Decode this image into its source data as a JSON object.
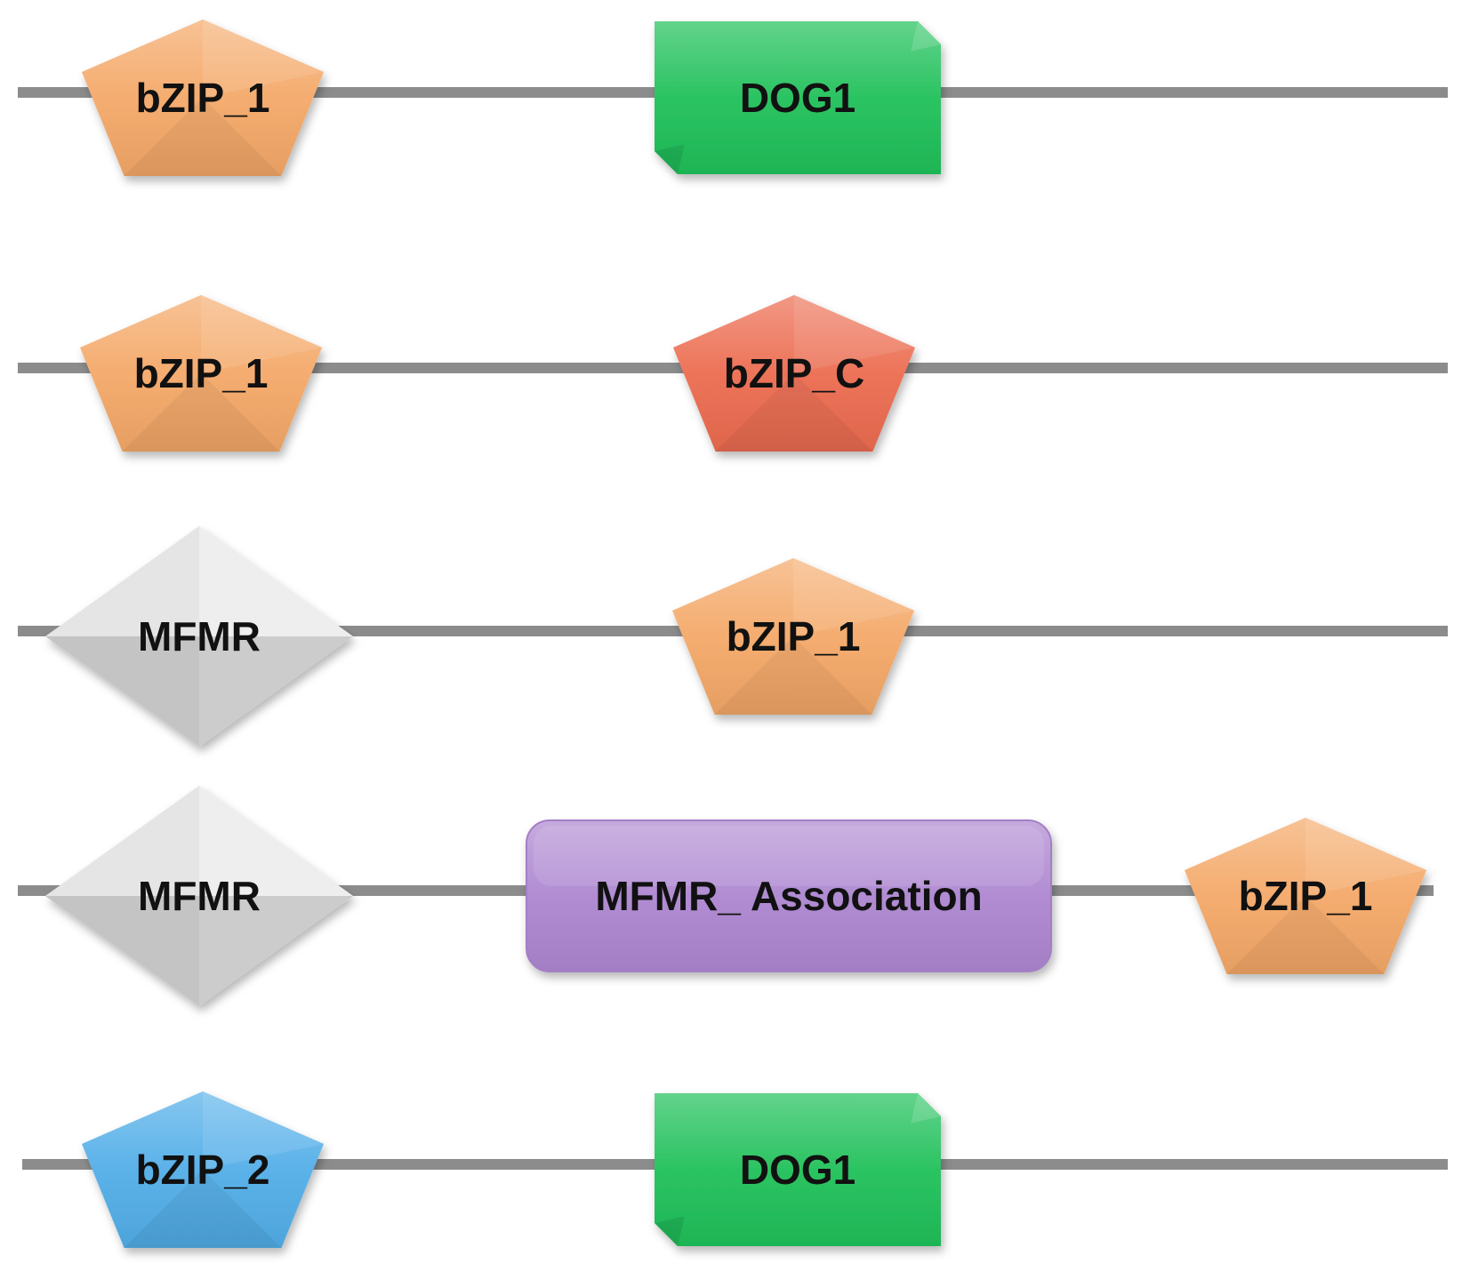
{
  "colors": {
    "backbone": "#8c8c8c",
    "bZIP_1": "#f4a868",
    "bZIP_C": "#ec6c50",
    "bZIP_2": "#52aee8",
    "DOG1": "#20c05a",
    "MFMR": "#d4d4d4",
    "MFMR_Association": "#ad86d0"
  },
  "proteins": [
    {
      "domains": [
        {
          "name": "bZIP_1",
          "shape": "pentagon",
          "color_key": "bZIP_1"
        },
        {
          "name": "DOG1",
          "shape": "box",
          "color_key": "DOG1"
        }
      ]
    },
    {
      "domains": [
        {
          "name": "bZIP_1",
          "shape": "pentagon",
          "color_key": "bZIP_1"
        },
        {
          "name": "bZIP_C",
          "shape": "pentagon",
          "color_key": "bZIP_C"
        }
      ]
    },
    {
      "domains": [
        {
          "name": "MFMR",
          "shape": "diamond",
          "color_key": "MFMR"
        },
        {
          "name": "bZIP_1",
          "shape": "pentagon",
          "color_key": "bZIP_1"
        }
      ]
    },
    {
      "domains": [
        {
          "name": "MFMR",
          "shape": "diamond",
          "color_key": "MFMR"
        },
        {
          "name": "MFMR_ Association",
          "shape": "rounded",
          "color_key": "MFMR_Association"
        },
        {
          "name": "bZIP_1",
          "shape": "pentagon",
          "color_key": "bZIP_1"
        }
      ]
    },
    {
      "domains": [
        {
          "name": "bZIP_2",
          "shape": "pentagon",
          "color_key": "bZIP_2"
        },
        {
          "name": "DOG1",
          "shape": "box",
          "color_key": "DOG1"
        }
      ]
    }
  ]
}
